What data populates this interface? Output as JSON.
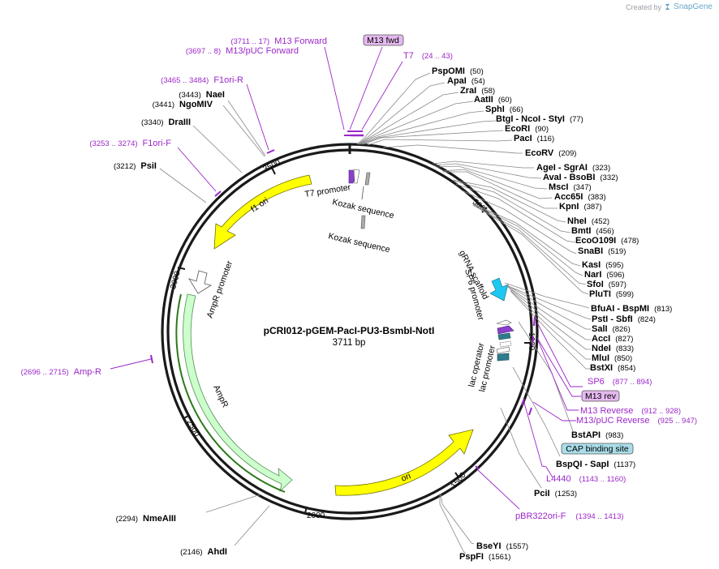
{
  "credit": {
    "prefix": "Created by",
    "brand": "SnapGene"
  },
  "plasmid": {
    "name": "pCRI012-pGEM-PacI-PU3-BsmbI-NotI",
    "size_label": "3711 bp",
    "length": 3711
  },
  "ticks": [
    "500",
    "1000",
    "1500",
    "2000",
    "2500",
    "3000",
    "3500"
  ],
  "sites_right": [
    {
      "name": "PspOMI",
      "pos": "(50)"
    },
    {
      "name": "ApaI",
      "pos": "(54)"
    },
    {
      "name": "ZraI",
      "pos": "(58)"
    },
    {
      "name": "AatII",
      "pos": "(60)"
    },
    {
      "name": "SphI",
      "pos": "(66)"
    },
    {
      "name": "BtgI  - NcoI  - StyI",
      "pos": "(77)"
    },
    {
      "name": "EcoRI",
      "pos": "(90)"
    },
    {
      "name": "PacI",
      "pos": "(116)"
    },
    {
      "name": "EcoRV",
      "pos": "(209)"
    },
    {
      "name": "AgeI  - SgrAI",
      "pos": "(323)"
    },
    {
      "name": "AvaI  - BsoBI",
      "pos": "(332)"
    },
    {
      "name": "MscI",
      "pos": "(347)"
    },
    {
      "name": "Acc65I",
      "pos": "(383)"
    },
    {
      "name": "KpnI",
      "pos": "(387)"
    },
    {
      "name": "NheI",
      "pos": "(452)"
    },
    {
      "name": "BmtI",
      "pos": "(456)"
    },
    {
      "name": "EcoO109I",
      "pos": "(478)"
    },
    {
      "name": "SnaBI",
      "pos": "(519)"
    },
    {
      "name": "KasI",
      "pos": "(595)"
    },
    {
      "name": "NarI",
      "pos": "(596)"
    },
    {
      "name": "SfoI",
      "pos": "(597)"
    },
    {
      "name": "PluTI",
      "pos": "(599)"
    },
    {
      "name": "BfuAI  - BspMI",
      "pos": "(813)"
    },
    {
      "name": "PstI  - SbfI",
      "pos": "(824)"
    },
    {
      "name": "SalI",
      "pos": "(826)"
    },
    {
      "name": "AccI",
      "pos": "(827)"
    },
    {
      "name": "NdeI",
      "pos": "(833)"
    },
    {
      "name": "MluI",
      "pos": "(850)"
    },
    {
      "name": "BstXI",
      "pos": "(854)"
    },
    {
      "name": "BstAPI",
      "pos": "(983)"
    },
    {
      "name": "BspQI  - SapI",
      "pos": "(1137)"
    },
    {
      "name": "PciI",
      "pos": "(1253)"
    },
    {
      "name": "BseYI",
      "pos": "(1557)"
    },
    {
      "name": "PspFI",
      "pos": "(1561)"
    }
  ],
  "sites_left": [
    {
      "name": "NaeI",
      "pos": "(3443)"
    },
    {
      "name": "NgoMIV",
      "pos": "(3441)"
    },
    {
      "name": "DraIII",
      "pos": "(3340)"
    },
    {
      "name": "PsiI",
      "pos": "(3212)"
    },
    {
      "name": "NmeAIII",
      "pos": "(2294)"
    },
    {
      "name": "AhdI",
      "pos": "(2146)"
    }
  ],
  "primers": [
    {
      "name": "M13 Forward",
      "pos": "(3711 .. 17)"
    },
    {
      "name": "M13/pUC Forward",
      "pos": "(3697 .. 8)"
    },
    {
      "name": "T7",
      "pos": "(24 .. 43)"
    },
    {
      "name": "F1ori-R",
      "pos": "(3465 .. 3484)"
    },
    {
      "name": "F1ori-F",
      "pos": "(3253 .. 3274)"
    },
    {
      "name": "Amp-R",
      "pos": "(2696 .. 2715)"
    },
    {
      "name": "SP6",
      "pos": "(877 .. 894)"
    },
    {
      "name": "M13 Reverse",
      "pos": "(912 .. 928)"
    },
    {
      "name": "M13/pUC Reverse",
      "pos": "(925 .. 947)"
    },
    {
      "name": "L4440",
      "pos": "(1143 .. 1160)"
    },
    {
      "name": "pBR322ori-F",
      "pos": "(1394 .. 1413)"
    }
  ],
  "boxed": {
    "m13fwd": "M13 fwd",
    "m13rev": "M13 rev",
    "cap": "CAP binding site"
  },
  "features": {
    "f1ori": "f1 ori",
    "ampr": "AmpR",
    "ampr_promoter": "AmpR promoter",
    "ori": "ori",
    "t7_promoter": "T7 promoter",
    "kozak1": "Kozak sequence",
    "kozak2": "Kozak sequence",
    "grna": "gRNA scaffold",
    "sp6": "SP6 promoter",
    "lac_operator": "lac operator",
    "lac_promoter": "lac promoter"
  },
  "colors": {
    "backbone": "#1a1a1a",
    "primer": "#9b27c9",
    "f1ori": "#ffff00",
    "ori": "#ffff00",
    "ampr": "#ccffcc",
    "grna": "#1ec8f0",
    "cap": "#a9dde9",
    "boxed_primer": "#e5b8ef",
    "lac": "#2e7c8c"
  }
}
